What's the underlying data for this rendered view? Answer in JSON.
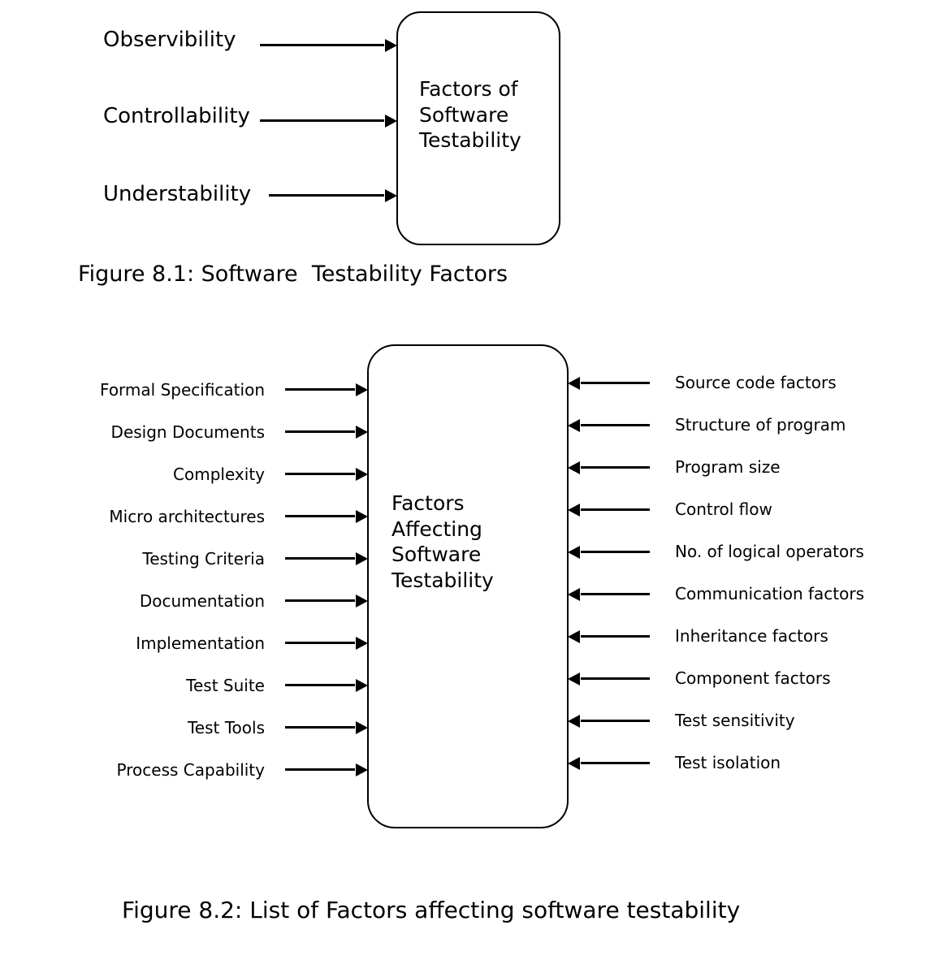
{
  "figure1": {
    "box_text": "Factors of\nSoftware\nTestability",
    "inputs": [
      {
        "label": "Observibility"
      },
      {
        "label": "Controllability"
      },
      {
        "label": "Understability"
      }
    ],
    "caption": "Figure 8.1: Software  Testability Factors"
  },
  "figure2": {
    "box_text": "Factors\nAffecting\nSoftware\nTestability",
    "left_inputs": [
      {
        "label": "Formal Specification"
      },
      {
        "label": "Design Documents"
      },
      {
        "label": "Complexity"
      },
      {
        "label": "Micro architectures"
      },
      {
        "label": "Testing Criteria"
      },
      {
        "label": "Documentation"
      },
      {
        "label": "Implementation"
      },
      {
        "label": "Test Suite"
      },
      {
        "label": "Test Tools"
      },
      {
        "label": "Process Capability"
      }
    ],
    "right_inputs": [
      {
        "label": "Source code factors"
      },
      {
        "label": "Structure of program"
      },
      {
        "label": "Program size"
      },
      {
        "label": "Control flow"
      },
      {
        "label": "No. of logical operators"
      },
      {
        "label": "Communication factors"
      },
      {
        "label": "Inheritance factors"
      },
      {
        "label": "Component factors"
      },
      {
        "label": "Test sensitivity"
      },
      {
        "label": "Test isolation"
      }
    ],
    "caption": "Figure 8.2: List of Factors affecting software testability"
  },
  "colors": {
    "stroke": "#000000",
    "background": "#ffffff"
  }
}
